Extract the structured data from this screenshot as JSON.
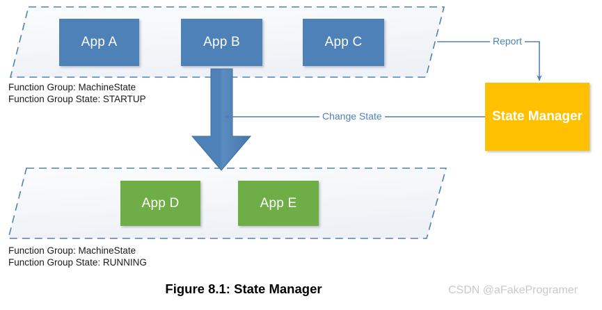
{
  "figure": {
    "caption": "Figure 8.1: State Manager",
    "watermark": "CSDN @aFakeProgramer"
  },
  "colors": {
    "app_blue": "#4E81B8",
    "app_green": "#6FAD46",
    "state_manager_yellow": "#FFC000",
    "group_border": "#4E81B8",
    "arrow_blue": "#4E81B8",
    "label_text": "#1a1a1a",
    "watermark_gray": "#c9c9c9"
  },
  "groups": [
    {
      "id": "startup-group",
      "function_group_line": "Function Group: MachineState",
      "function_group_state_line": "Function Group State: STARTUP",
      "apps": [
        {
          "label": "App A",
          "color": "blue"
        },
        {
          "label": "App B",
          "color": "blue"
        },
        {
          "label": "App C",
          "color": "blue"
        }
      ]
    },
    {
      "id": "running-group",
      "function_group_line": "Function Group: MachineState",
      "function_group_state_line": "Function Group State: RUNNING",
      "apps": [
        {
          "label": "App D",
          "color": "green"
        },
        {
          "label": "App E",
          "color": "green"
        }
      ]
    }
  ],
  "state_manager": {
    "label": "State Manager"
  },
  "edges": [
    {
      "id": "report-edge",
      "label": "Report",
      "from": "startup-group",
      "to": "state-manager"
    },
    {
      "id": "change-state-edge",
      "label": "Change State",
      "from": "state-manager",
      "to": "transition-arrow"
    }
  ]
}
